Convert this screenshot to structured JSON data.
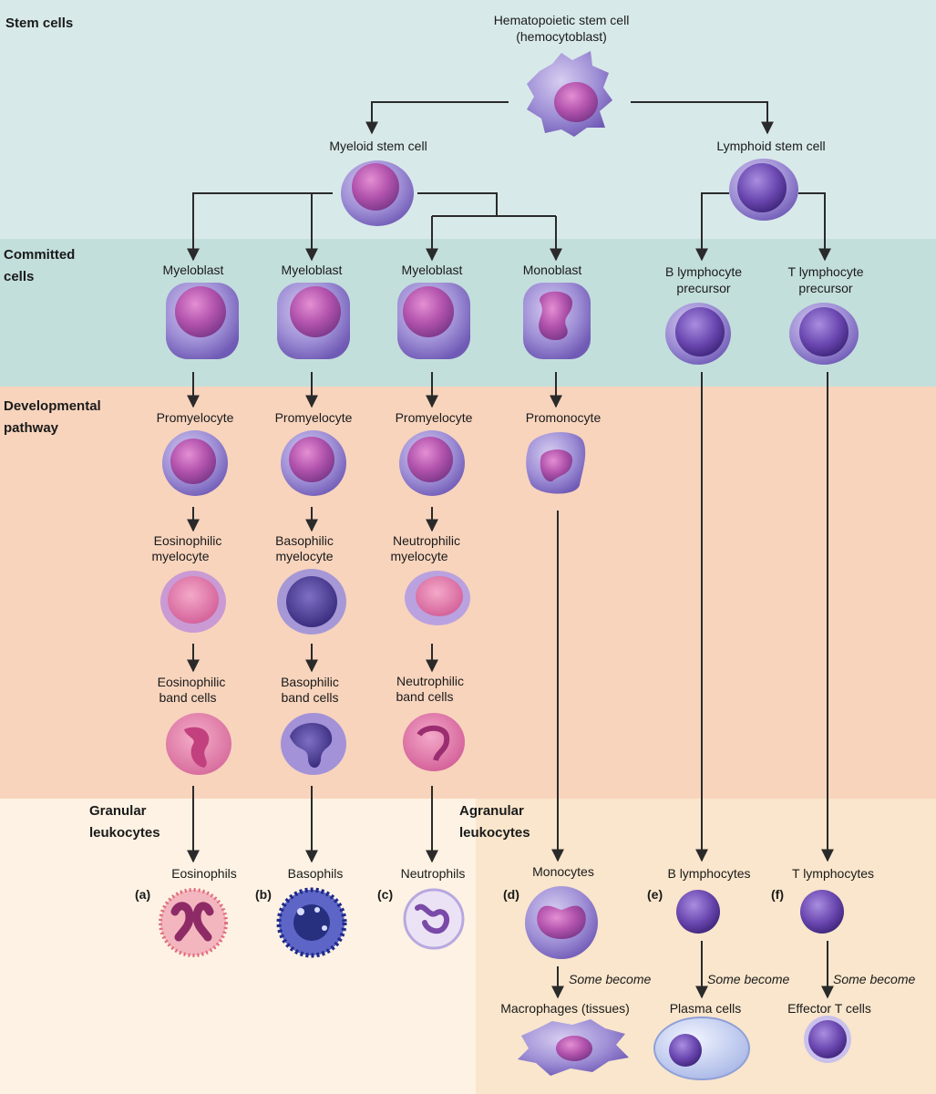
{
  "sections": {
    "stem": "Stem cells",
    "committed": [
      "Committed",
      "cells"
    ],
    "developmental": [
      "Developmental",
      "pathway"
    ],
    "granular": [
      "Granular",
      "leukocytes"
    ],
    "agranular": [
      "Agranular",
      "leukocytes"
    ]
  },
  "cells": {
    "hsc": [
      "Hematopoietic stem cell",
      "(hemocytoblast)"
    ],
    "myeloid_stem": "Myeloid stem cell",
    "lymphoid_stem": "Lymphoid stem cell",
    "myeloblast": "Myeloblast",
    "monoblast": "Monoblast",
    "b_precursor": [
      "B lymphocyte",
      "precursor"
    ],
    "t_precursor": [
      "T lymphocyte",
      "precursor"
    ],
    "promyelocyte": "Promyelocyte",
    "promonocyte": "Promonocyte",
    "eos_myelocyte": [
      "Eosinophilic",
      "myelocyte"
    ],
    "baso_myelocyte": [
      "Basophilic",
      "myelocyte"
    ],
    "neut_myelocyte": [
      "Neutrophilic",
      "myelocyte"
    ],
    "eos_band": [
      "Eosinophilic",
      "band cells"
    ],
    "baso_band": [
      "Basophilic",
      "band cells"
    ],
    "neut_band": [
      "Neutrophilic",
      "band cells"
    ],
    "eosinophils": "Eosinophils",
    "basophils": "Basophils",
    "neutrophils": "Neutrophils",
    "monocytes": "Monocytes",
    "b_lymphocytes": "B lymphocytes",
    "t_lymphocytes": "T lymphocytes",
    "macrophages": "Macrophages (tissues)",
    "plasma": "Plasma cells",
    "effector_t": "Effector T cells"
  },
  "tags": {
    "a": "(a)",
    "b": "(b)",
    "c": "(c)",
    "d": "(d)",
    "e": "(e)",
    "f": "(f)"
  },
  "some_become": "Some become",
  "colors": {
    "stem_band": "#d8e9e9",
    "committed_band": "#c3dfdc",
    "developmental_band": "#f8d4bd",
    "granular_band": "#fdf2e3",
    "agranular_band": "#f9e6cc",
    "cytoplasm": "#8e7ccb",
    "nucleus": "#a44fa6",
    "lymph_nucleus": "#5a3a9a"
  }
}
